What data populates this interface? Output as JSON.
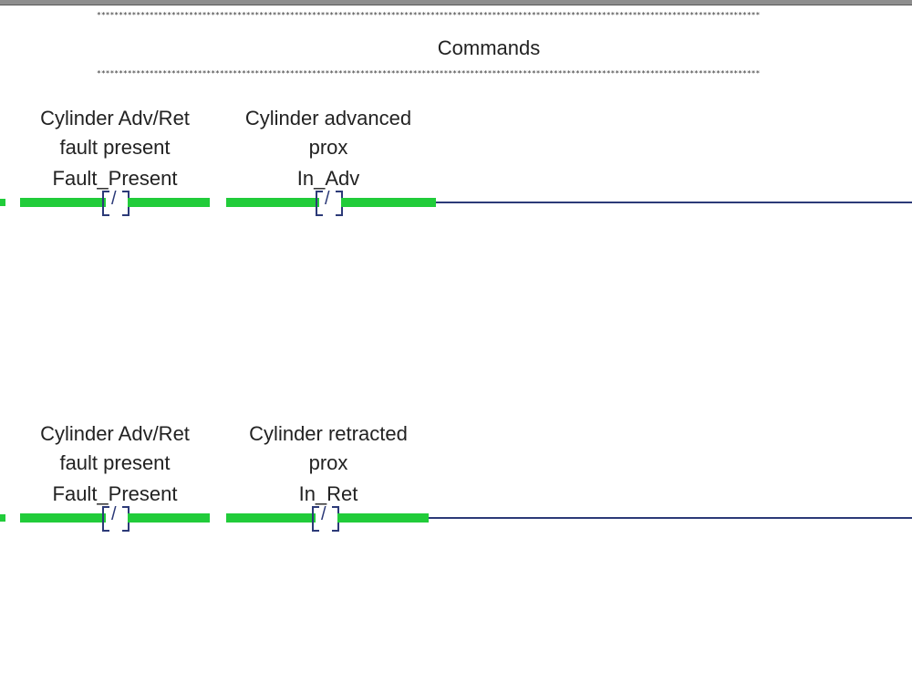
{
  "header": {
    "section_title": "Commands",
    "divider": "*******************************************************************************************************************************************************"
  },
  "rungs": [
    {
      "contacts": [
        {
          "description_line1": "Cylinder Adv/Ret",
          "description_line2": "fault present",
          "tag": "Fault_Present",
          "type": "XIO",
          "symbol": "/"
        },
        {
          "description_line1": "Cylinder advanced",
          "description_line2": "prox",
          "tag": "In_Adv",
          "type": "XIO",
          "symbol": "/"
        }
      ]
    },
    {
      "contacts": [
        {
          "description_line1": "Cylinder Adv/Ret",
          "description_line2": "fault present",
          "tag": "Fault_Present",
          "type": "XIO",
          "symbol": "/"
        },
        {
          "description_line1": "Cylinder retracted",
          "description_line2": "prox",
          "tag": "In_Ret",
          "type": "XIO",
          "symbol": "/"
        }
      ]
    }
  ],
  "colors": {
    "energized": "#21cc3a",
    "wire": "#2c3a78",
    "text": "#222222"
  }
}
